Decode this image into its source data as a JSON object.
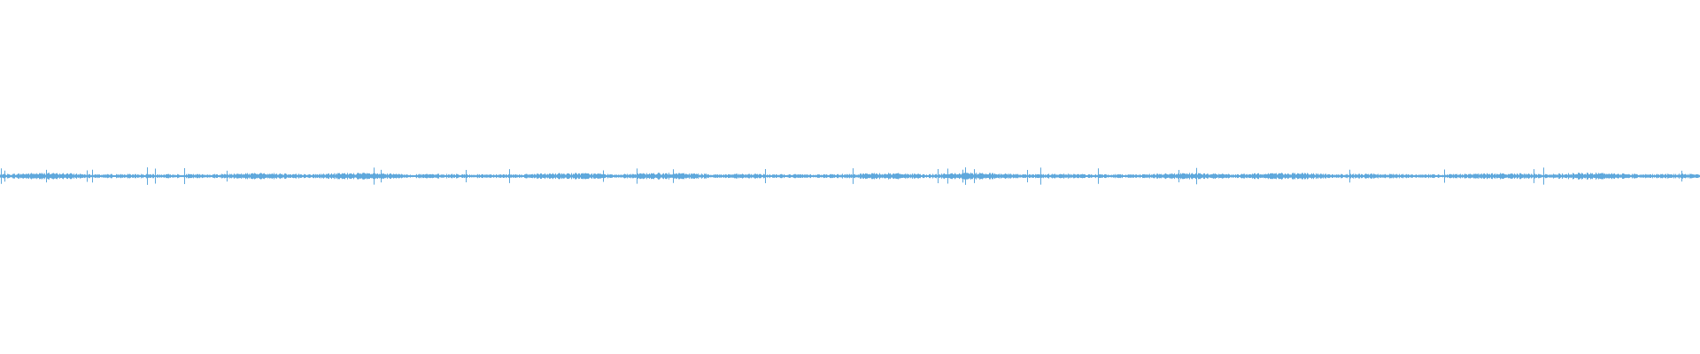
{
  "waveform": {
    "color": "#5fa8dc",
    "background": "#ffffff",
    "amplitude": 0.02,
    "peak_amplitude": 0.05,
    "seed": 7
  }
}
